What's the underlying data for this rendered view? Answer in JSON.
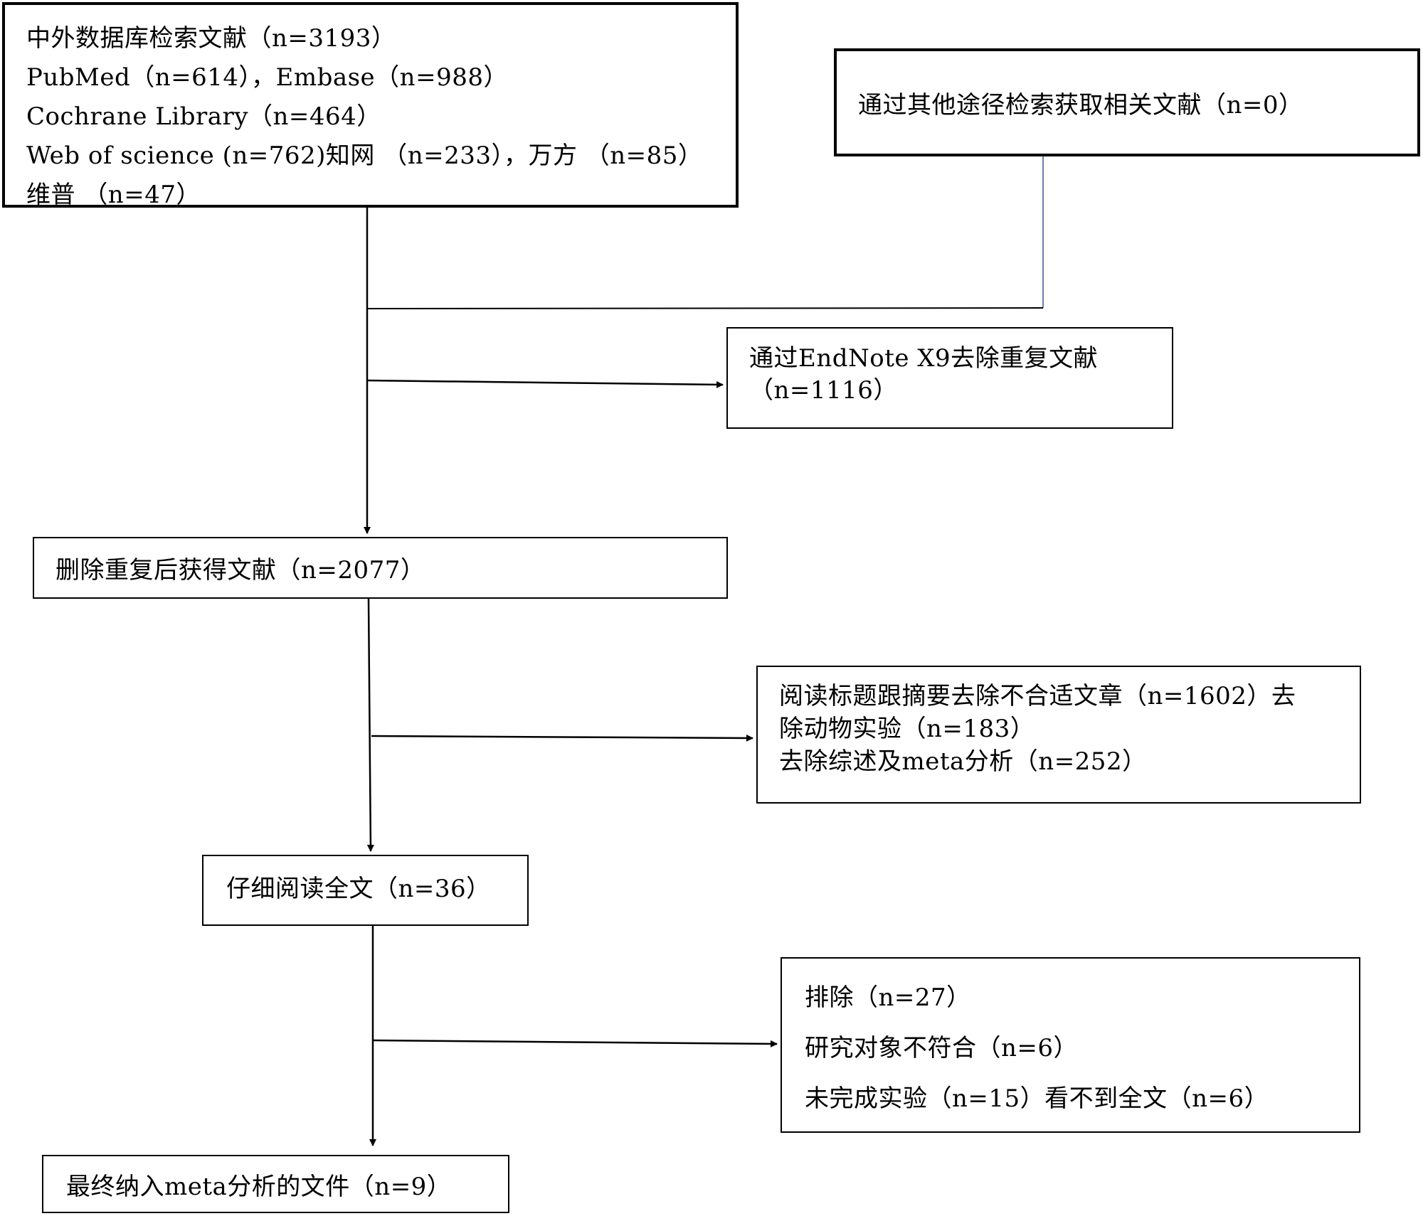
{
  "flowchart": {
    "search_box": {
      "lines": [
        "中外数据库检索文献（n=3193）",
        "PubMed（n=614），Embase（n=988）",
        "Cochrane Library（n=464）",
        "Web of science (n=762)知网 （n=233），万方 （n=85）",
        "维普 （n=47）"
      ]
    },
    "other_sources_box": {
      "text": "通过其他途径检索获取相关文献（n=0）"
    },
    "duplicates_box": {
      "lines": [
        "通过EndNote X9去除重复文献",
        "（n=1116）"
      ]
    },
    "after_dedup_box": {
      "text": "删除重复后获得文献（n=2077）"
    },
    "title_abstract_box": {
      "lines": [
        "阅读标题跟摘要去除不合适文章（n=1602）去",
        "除动物实验（n=183）",
        "去除综述及meta分析（n=252）"
      ]
    },
    "full_text_box": {
      "text": "仔细阅读全文（n=36）"
    },
    "exclusion_box": {
      "lines": [
        "排除（n=27）",
        "研究对象不符合（n=6）",
        "未完成实验（n=15）看不到全文（n=6）"
      ]
    },
    "final_box": {
      "text": "最终纳入meta分析的文件（n=9）"
    }
  },
  "colors": {
    "stroke": "#000000",
    "connector_blue": "#6b7fa8",
    "background": "#ffffff"
  }
}
